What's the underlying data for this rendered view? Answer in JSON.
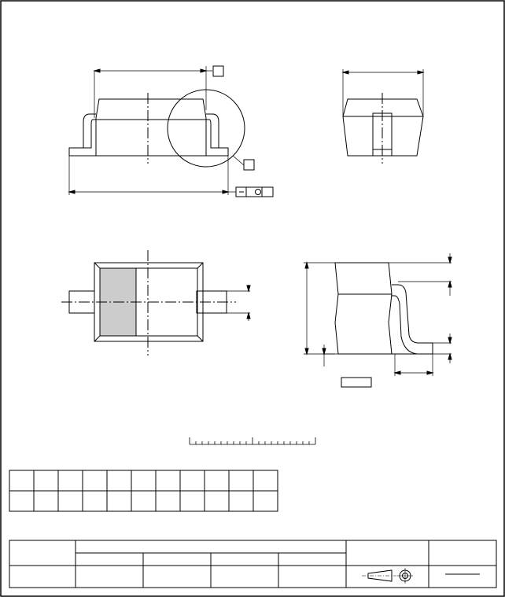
{
  "drawing": {
    "datum_refs": [
      "",
      ""
    ],
    "scale_bar": {
      "ticks": 20,
      "label": ""
    },
    "dim_table": {
      "rows": 2,
      "cols": 11,
      "cells": []
    },
    "title_block": {
      "company": "",
      "title": "",
      "sub_cols": 4,
      "projection_symbol": "first-angle-projection-icon",
      "sheet_label": ""
    },
    "colors": {
      "line": "#000000",
      "hatch": "#cccccc",
      "paper": "#ffffff"
    }
  }
}
